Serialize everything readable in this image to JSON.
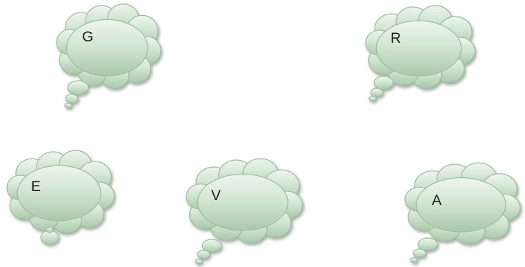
{
  "bubbles": [
    {
      "id": "g",
      "label": "G"
    },
    {
      "id": "r",
      "label": "R"
    },
    {
      "id": "e",
      "label": "E"
    },
    {
      "id": "v",
      "label": "V"
    },
    {
      "id": "a",
      "label": "A"
    }
  ]
}
